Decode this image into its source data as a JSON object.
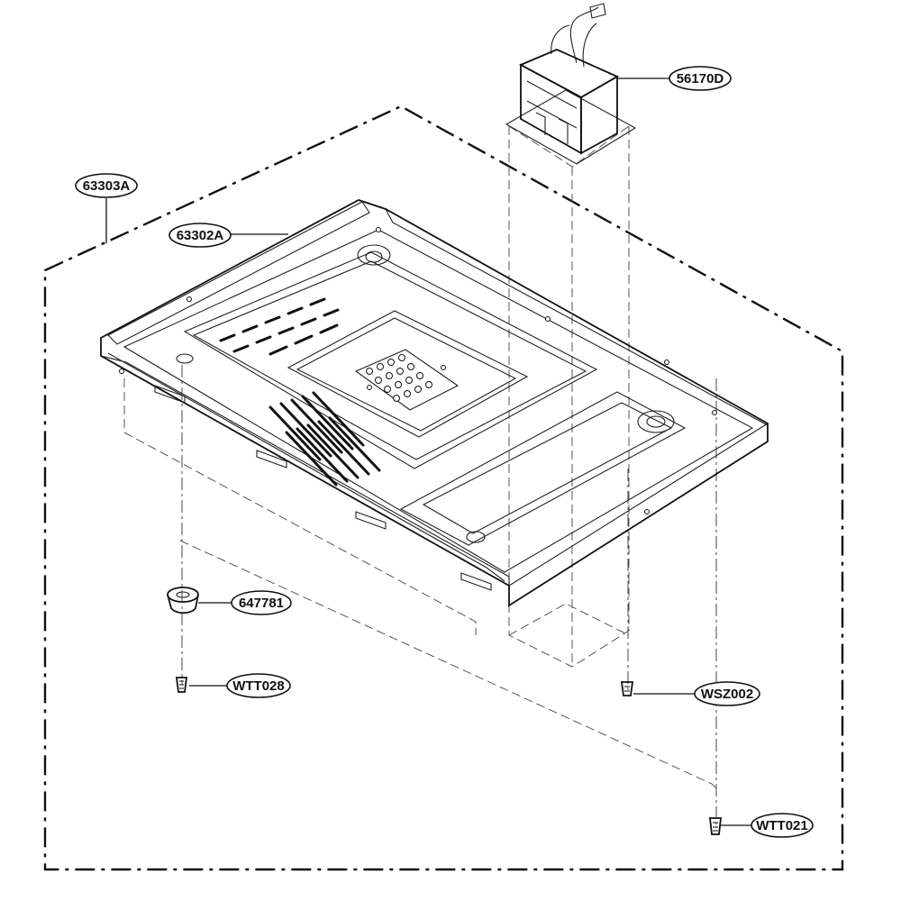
{
  "diagram": {
    "parts": [
      {
        "id": "transformer",
        "label": "56170D"
      },
      {
        "id": "enclosure",
        "label": "63303A"
      },
      {
        "id": "base-plate",
        "label": "63302A"
      },
      {
        "id": "foot",
        "label": "647781"
      },
      {
        "id": "foot-screw",
        "label": "WTT028"
      },
      {
        "id": "transformer-screw",
        "label": "WSZ002"
      },
      {
        "id": "base-screw",
        "label": "WTT021"
      }
    ]
  }
}
